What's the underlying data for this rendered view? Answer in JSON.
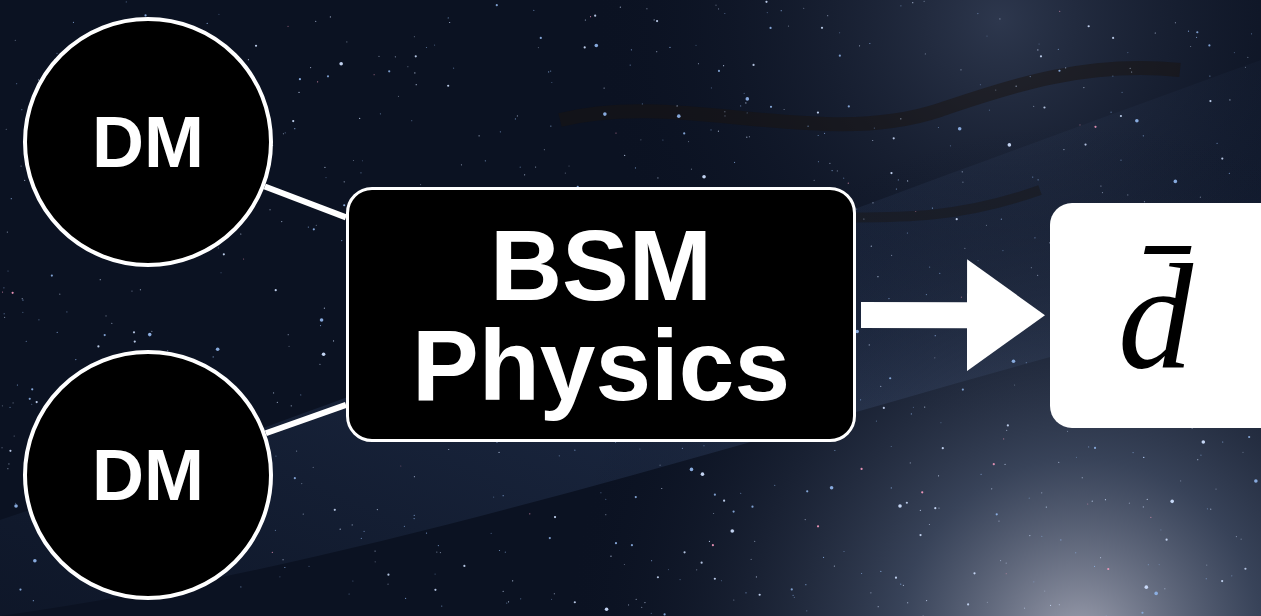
{
  "diagram": {
    "nodes": [
      {
        "text": [
          "DM"
        ]
      },
      {
        "text": [
          "DM"
        ]
      },
      {
        "text": [
          "BSM Physics"
        ]
      },
      {
        "text": [
          "d̄"
        ]
      }
    ],
    "edges": [
      {
        "from": 0,
        "to": 2,
        "arrow": "none"
      },
      {
        "from": 1,
        "to": 2,
        "arrow": "none"
      },
      {
        "from": 2,
        "to": 3,
        "arrow": "to"
      }
    ]
  }
}
